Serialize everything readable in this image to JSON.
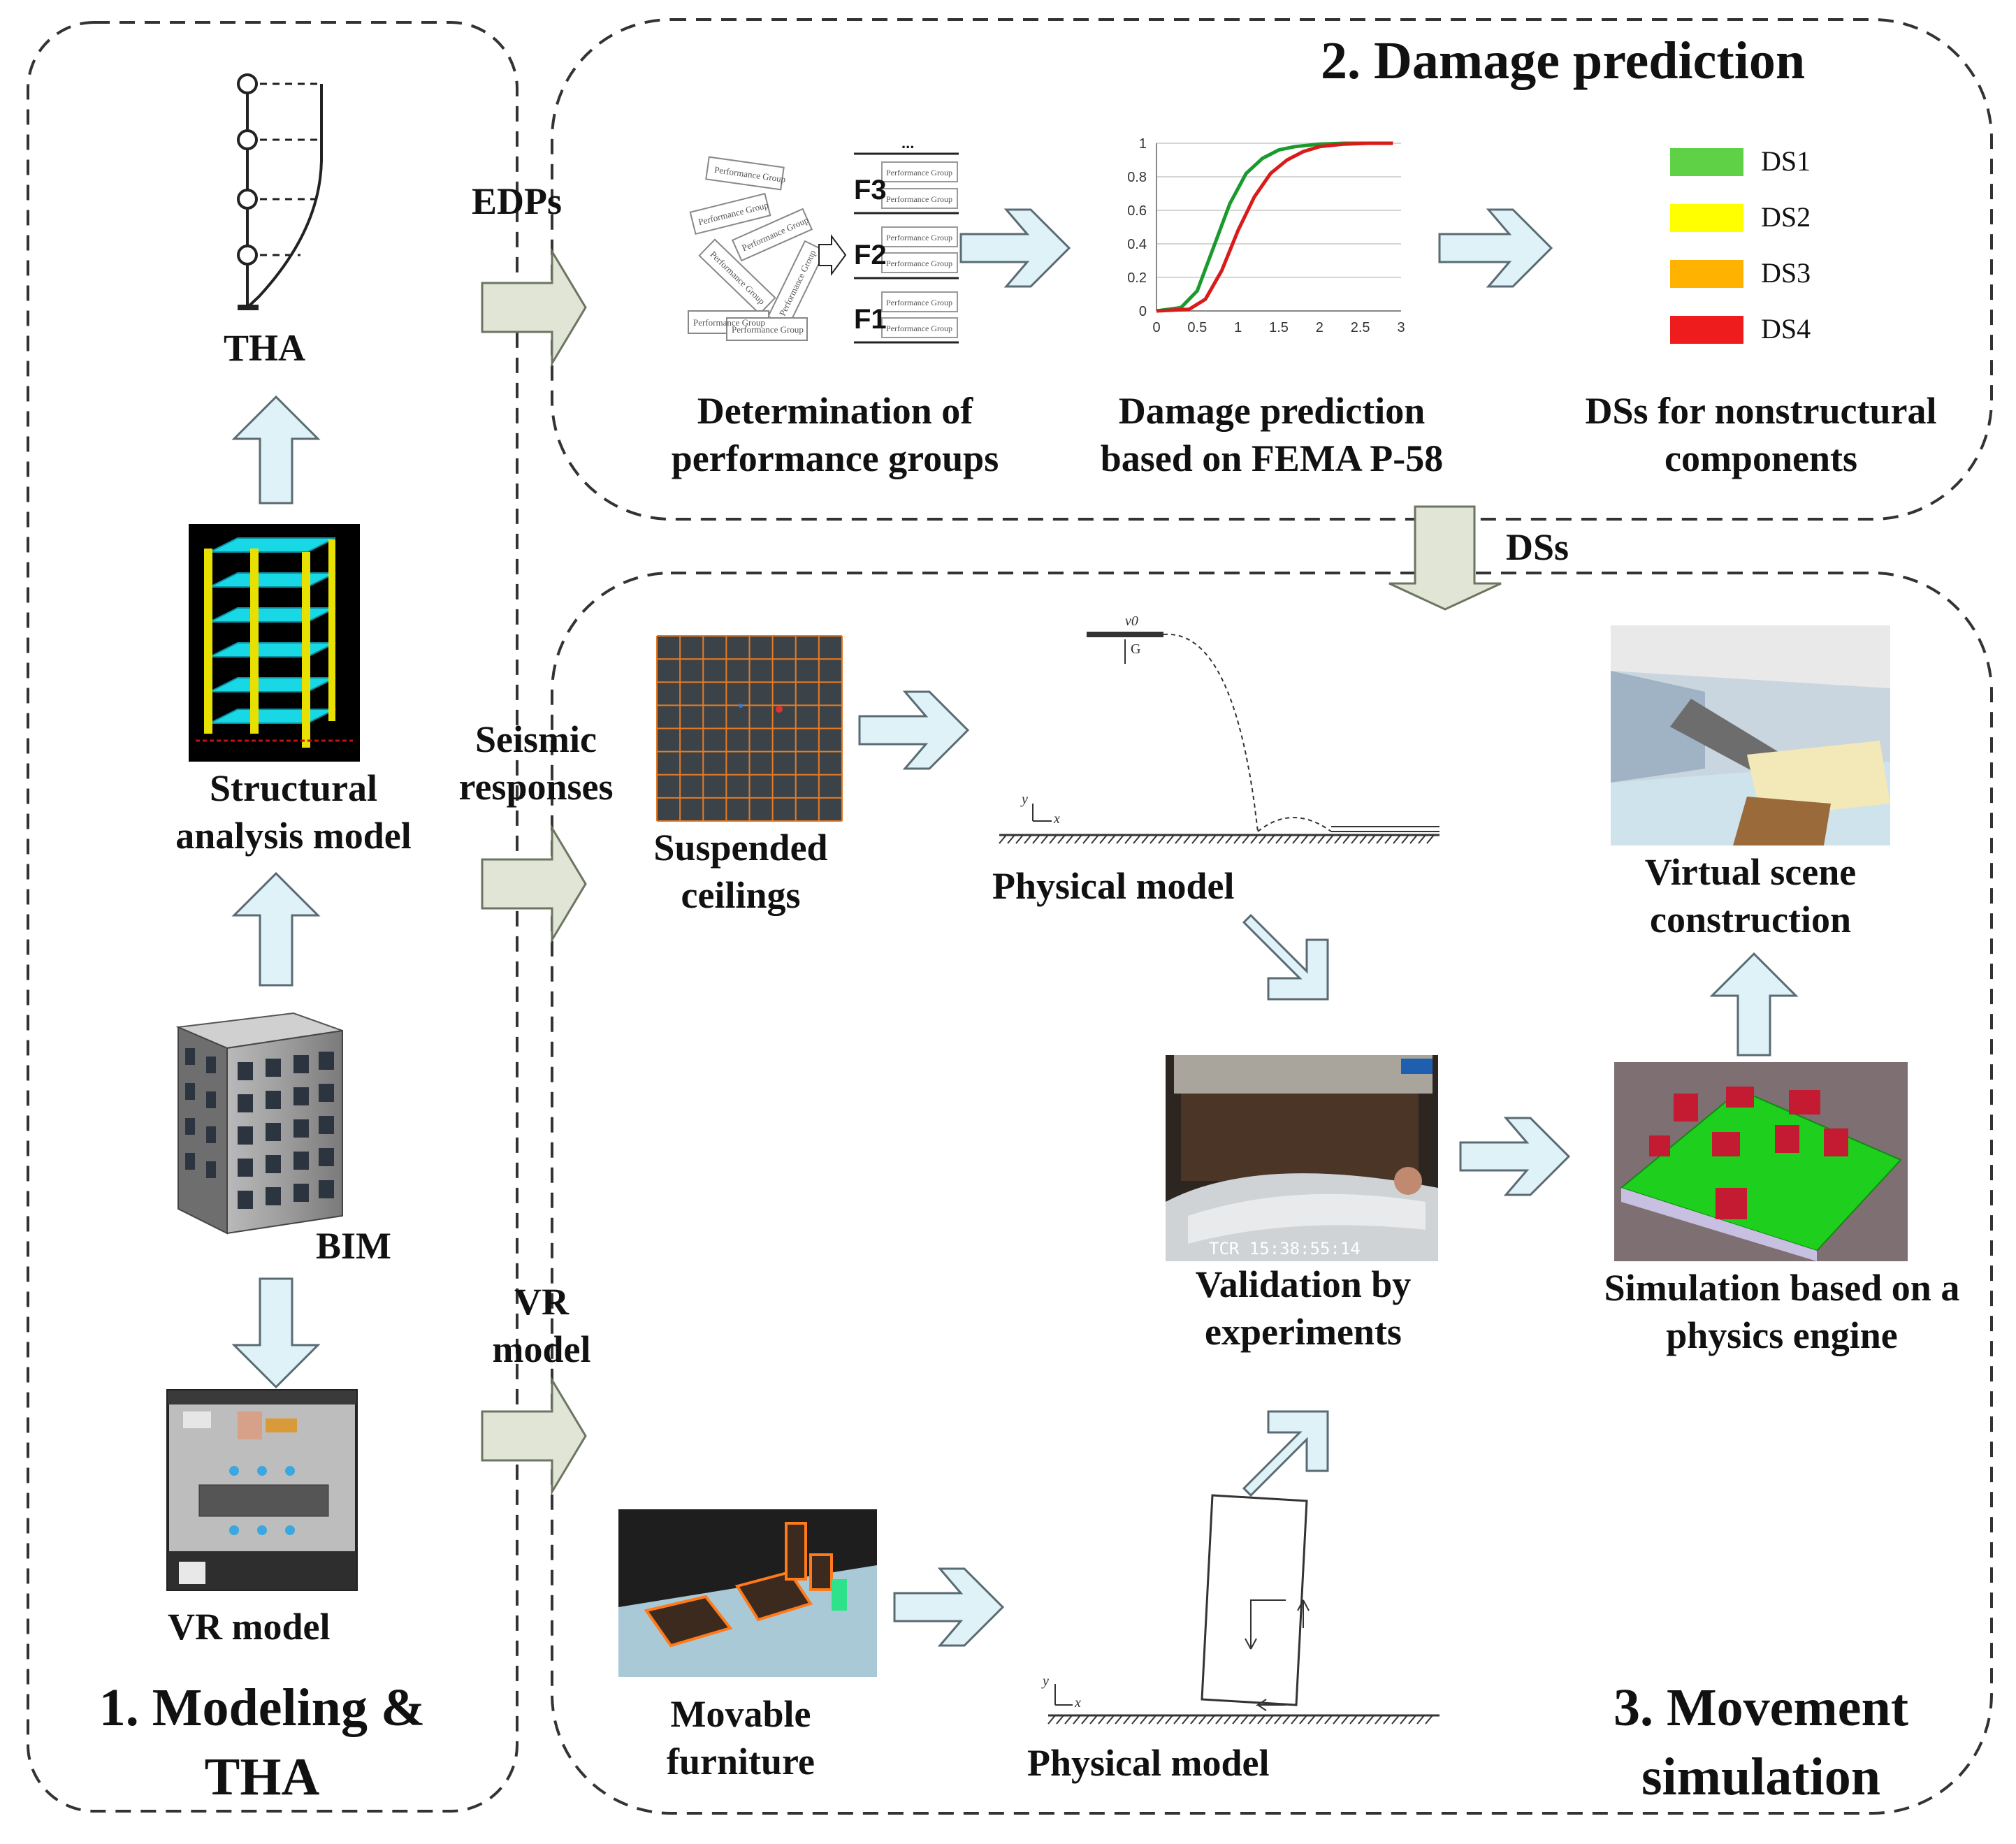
{
  "sections": {
    "modeling": "1. Modeling & THA",
    "damage": "2. Damage prediction",
    "movement": "3. Movement simulation"
  },
  "modeling": {
    "tha": "THA",
    "structural_model": "Structural analysis model",
    "bim": "BIM",
    "vr_model": "VR model"
  },
  "flow_labels": {
    "edps": "EDPs",
    "seismic_responses": "Seismic responses",
    "vr_model": "VR model",
    "dss": "DSs"
  },
  "damage": {
    "perf_groups_label": "Determination of performance groups",
    "perf_group_card": "Performance Group",
    "floors": [
      "F3",
      "F2",
      "F1"
    ],
    "ellipsis": "...",
    "fema_label": "Damage prediction based on FEMA P-58",
    "ds_label": "DSs for nonstructural components",
    "ds_legend": [
      {
        "name": "DS1",
        "color": "#5fd146"
      },
      {
        "name": "DS2",
        "color": "#ffff00"
      },
      {
        "name": "DS3",
        "color": "#ffb300"
      },
      {
        "name": "DS4",
        "color": "#ee1c1c"
      }
    ]
  },
  "chart_data": {
    "type": "line",
    "x_ticks": [
      "0",
      "0.5",
      "1",
      "1.5",
      "2",
      "2.5",
      "3"
    ],
    "y_ticks": [
      "0",
      "0.2",
      "0.4",
      "0.6",
      "0.8",
      "1"
    ],
    "xlim": [
      0,
      3
    ],
    "ylim": [
      0,
      1
    ],
    "series": [
      {
        "color": "#1a9a2e",
        "x": [
          0,
          0.3,
          0.5,
          0.7,
          0.9,
          1.1,
          1.3,
          1.5,
          1.7,
          2.0,
          2.3,
          2.6,
          2.9
        ],
        "y": [
          0,
          0.02,
          0.12,
          0.38,
          0.64,
          0.82,
          0.91,
          0.96,
          0.98,
          0.995,
          1,
          1,
          1
        ]
      },
      {
        "color": "#d81b1b",
        "x": [
          0,
          0.4,
          0.6,
          0.8,
          1.0,
          1.2,
          1.4,
          1.6,
          1.8,
          2.0,
          2.3,
          2.6,
          2.9
        ],
        "y": [
          0,
          0.01,
          0.07,
          0.24,
          0.48,
          0.68,
          0.82,
          0.9,
          0.95,
          0.98,
          0.995,
          1,
          1
        ]
      }
    ],
    "grid": true
  },
  "movement": {
    "ceilings": "Suspended ceilings",
    "physical_model_top": "Physical model",
    "validation": "Validation by experiments",
    "virtual_scene": "Virtual scene construction",
    "simulation": "Simulation based on a physics engine",
    "furniture": "Movable furniture",
    "physical_model_bottom": "Physical model",
    "v0_label": "v0",
    "g_label": "G",
    "axis_y": "y",
    "axis_x": "x",
    "timestamp": "TCR 15:38:55:14"
  }
}
